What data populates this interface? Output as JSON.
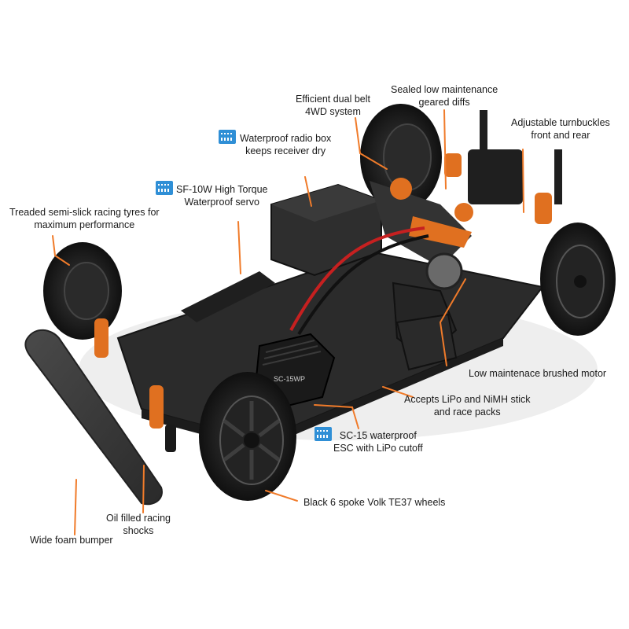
{
  "colors": {
    "leader": "#f07b2a",
    "accent_orange": "#e07020",
    "badge_blue": "#2f8fd6",
    "chassis": "#262626",
    "tyre": "#1b1b1b"
  },
  "badge_icon": "waterproof-icon",
  "callouts": {
    "dual_belt": {
      "line1": "Efficient dual belt",
      "line2": "4WD system"
    },
    "geared_diffs": {
      "line1": "Sealed low maintenance",
      "line2": "geared diffs"
    },
    "turnbuckles": {
      "line1": "Adjustable turnbuckles",
      "line2": "front and rear"
    },
    "radio_box": {
      "line1": "Waterproof radio box",
      "line2": "keeps receiver dry"
    },
    "servo": {
      "line1": "SF-10W High Torque",
      "line2": "Waterproof servo"
    },
    "tyres": {
      "line1": "Treaded semi-slick racing tyres for",
      "line2": "maximum performance"
    },
    "motor": {
      "line1": "Low maintenace brushed motor"
    },
    "packs": {
      "line1": "Accepts LiPo and NiMH stick",
      "line2": "and race packs"
    },
    "esc": {
      "line1": "SC-15 waterproof",
      "line2": "ESC with LiPo cutoff"
    },
    "wheels": {
      "line1": "Black 6 spoke Volk TE37 wheels"
    },
    "shocks": {
      "line1": "Oil filled racing",
      "line2": "shocks"
    },
    "bumper": {
      "line1": "Wide foam bumper"
    }
  },
  "esc_print": "SC-15WP"
}
